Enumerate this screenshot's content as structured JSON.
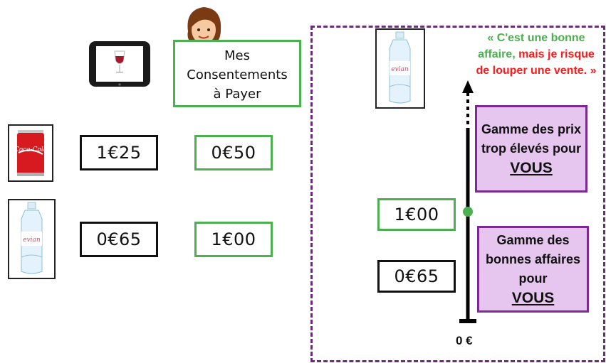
{
  "consent_label": "Mes\nConsentements\nà Payer",
  "rows": [
    {
      "product_icon": "coca-cola-can-icon",
      "price": "1€25",
      "consent": "0€50"
    },
    {
      "product_icon": "evian-bottle-icon",
      "price": "0€65",
      "consent": "1€00"
    }
  ],
  "panel": {
    "product_icon": "evian-bottle-icon",
    "quote_open": "« C'est une bonne affaire, ",
    "quote_rest": "mais je risque de louper une vente. »",
    "range_high": {
      "text": "Gamme des prix trop élevés pour",
      "emphasis": "VOUS"
    },
    "range_low": {
      "text": "Gamme des bonnes affaires pour",
      "emphasis": "VOUS"
    },
    "consent_price": "1€00",
    "price": "0€65",
    "axis_zero": "0 €"
  },
  "colors": {
    "green": "#4caf50",
    "red": "#ff1a1a",
    "purple_border": "#7b2a93",
    "purple_fill": "#e6c6ee",
    "dashed_frame": "#6a2d7a"
  }
}
